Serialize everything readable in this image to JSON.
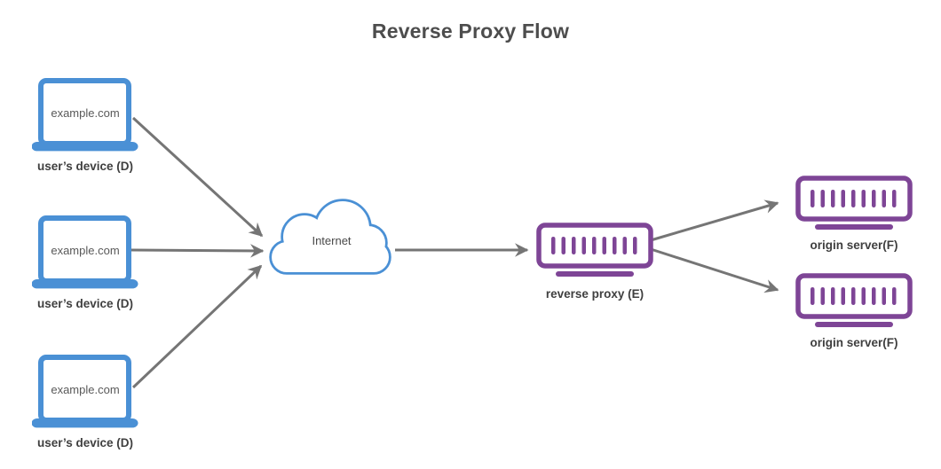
{
  "title": "Reverse Proxy Flow",
  "colors": {
    "device_blue": "#4a90d5",
    "server_purple": "#7e4596",
    "arrow_gray": "#757575",
    "label_dark": "#3f3f3f",
    "muted_text": "#595959",
    "title_gray": "#4d4d4d"
  },
  "devices": [
    {
      "screen": "example.com",
      "label": "user’s device (D)"
    },
    {
      "screen": "example.com",
      "label": "user’s device (D)"
    },
    {
      "screen": "example.com",
      "label": "user’s device (D)"
    }
  ],
  "internet": {
    "label": "Internet"
  },
  "proxy": {
    "label": "reverse proxy (E)"
  },
  "origins": [
    {
      "label": "origin server(F)"
    },
    {
      "label": "origin server(F)"
    }
  ],
  "flow": {
    "arrows": [
      {
        "from": "user-device-1",
        "to": "internet-cloud"
      },
      {
        "from": "user-device-2",
        "to": "internet-cloud"
      },
      {
        "from": "user-device-3",
        "to": "internet-cloud"
      },
      {
        "from": "internet-cloud",
        "to": "reverse-proxy"
      },
      {
        "from": "reverse-proxy",
        "to": "origin-server-1"
      },
      {
        "from": "reverse-proxy",
        "to": "origin-server-2"
      }
    ]
  }
}
